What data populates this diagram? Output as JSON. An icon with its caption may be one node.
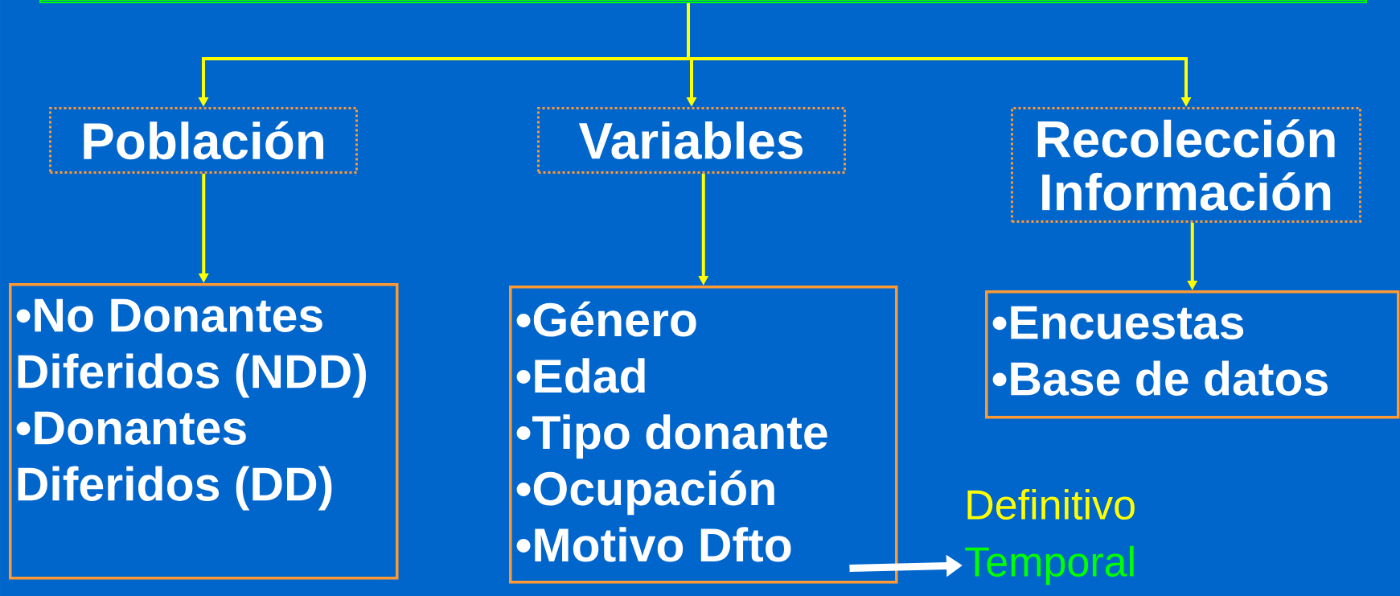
{
  "diagram": {
    "nodes": [
      {
        "text": [],
        "shape": "box"
      },
      {
        "text": [
          "Población"
        ]
      },
      {
        "text": [
          "Variables"
        ]
      },
      {
        "text": [
          "Recolección Información"
        ]
      },
      {
        "text": [
          "•No Donantes Diferidos (NDD)",
          "•Donantes Diferidos (DD)"
        ]
      },
      {
        "text": [
          "•Género",
          "•Edad",
          "•Tipo donante",
          "•Ocupación",
          "•Motivo Dfto"
        ]
      },
      {
        "text": [
          "•Encuestas",
          "•Base de datos"
        ]
      },
      {
        "text": [
          "Temporal"
        ]
      }
    ],
    "edges": [
      {
        "from": 0,
        "to": 1,
        "arrow": "to"
      },
      {
        "from": 0,
        "to": 2,
        "arrow": "to"
      },
      {
        "from": 0,
        "to": 3,
        "arrow": "to"
      },
      {
        "from": 1,
        "to": 4,
        "arrow": "to"
      },
      {
        "from": 2,
        "to": 5,
        "arrow": "to"
      },
      {
        "from": 3,
        "to": 6,
        "arrow": "to"
      },
      {
        "from": 5,
        "to": 7,
        "arrow": "to",
        "style": "thick",
        "color": "#ffffff"
      }
    ],
    "labels": [
      "Definitivo"
    ]
  }
}
